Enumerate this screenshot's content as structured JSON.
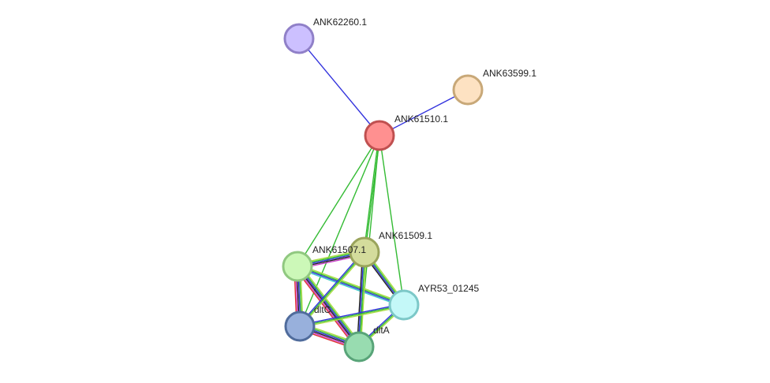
{
  "network": {
    "nodes": [
      {
        "id": "ANK62260.1",
        "label": "ANK62260.1",
        "fill": "#ccc0ff",
        "stroke": "#9080c8"
      },
      {
        "id": "ANK63599.1",
        "label": "ANK63599.1",
        "fill": "#fde2c2",
        "stroke": "#c8a878"
      },
      {
        "id": "ANK61510.1",
        "label": "ANK61510.1",
        "fill": "#ff9090",
        "stroke": "#c05050"
      },
      {
        "id": "ANK61509.1",
        "label": "ANK61509.1",
        "fill": "#d4dc9c",
        "stroke": "#9aa45c"
      },
      {
        "id": "ANK61507.1",
        "label": "ANK61507.1",
        "fill": "#ccf8b8",
        "stroke": "#90c880"
      },
      {
        "id": "AYR53_01245",
        "label": "AYR53_01245",
        "fill": "#c4f8f8",
        "stroke": "#7cc8c8"
      },
      {
        "id": "dltC",
        "label": "dltC",
        "fill": "#98b0dc",
        "stroke": "#506c9c"
      },
      {
        "id": "dltA",
        "label": "dltA",
        "fill": "#98dcb0",
        "stroke": "#58a478"
      }
    ],
    "edges": [
      {
        "from": "ANK62260.1",
        "to": "ANK61510.1",
        "colors": [
          "#3333dd"
        ]
      },
      {
        "from": "ANK63599.1",
        "to": "ANK61510.1",
        "colors": [
          "#3333dd"
        ]
      },
      {
        "from": "ANK61510.1",
        "to": "ANK61507.1",
        "colors": [
          "#33bb33"
        ]
      },
      {
        "from": "ANK61510.1",
        "to": "ANK61509.1",
        "colors": [
          "#33bb33",
          "#33bb33"
        ]
      },
      {
        "from": "ANK61510.1",
        "to": "AYR53_01245",
        "colors": [
          "#33bb33"
        ]
      },
      {
        "from": "ANK61510.1",
        "to": "dltC",
        "colors": [
          "#33bb33"
        ]
      },
      {
        "from": "ANK61510.1",
        "to": "dltA",
        "colors": [
          "#33bb33"
        ]
      },
      {
        "from": "ANK61507.1",
        "to": "ANK61509.1",
        "colors": [
          "#aadd44",
          "#33bb33",
          "#3333dd",
          "#222222",
          "#cc44cc"
        ]
      },
      {
        "from": "ANK61507.1",
        "to": "AYR53_01245",
        "colors": [
          "#aadd44",
          "#33bb33",
          "#3333dd",
          "#44cccc"
        ]
      },
      {
        "from": "ANK61507.1",
        "to": "dltC",
        "colors": [
          "#aadd44",
          "#33bb33",
          "#3333dd",
          "#222222",
          "#cc44cc",
          "#dd3333"
        ]
      },
      {
        "from": "ANK61507.1",
        "to": "dltA",
        "colors": [
          "#aadd44",
          "#33bb33",
          "#3333dd",
          "#222222",
          "#cc44cc",
          "#dd3333"
        ]
      },
      {
        "from": "ANK61509.1",
        "to": "AYR53_01245",
        "colors": [
          "#aadd44",
          "#33bb33",
          "#3333dd",
          "#222222"
        ]
      },
      {
        "from": "ANK61509.1",
        "to": "dltC",
        "colors": [
          "#aadd44",
          "#33bb33",
          "#3333dd"
        ]
      },
      {
        "from": "ANK61509.1",
        "to": "dltA",
        "colors": [
          "#aadd44",
          "#33bb33",
          "#3333dd",
          "#222222"
        ]
      },
      {
        "from": "AYR53_01245",
        "to": "dltC",
        "colors": [
          "#aadd44",
          "#33bb33",
          "#3333dd"
        ]
      },
      {
        "from": "AYR53_01245",
        "to": "dltA",
        "colors": [
          "#aadd44",
          "#33bb33",
          "#3333dd"
        ]
      },
      {
        "from": "dltC",
        "to": "dltA",
        "colors": [
          "#aadd44",
          "#33bb33",
          "#3333dd",
          "#222222",
          "#cc44cc",
          "#dd3333"
        ]
      }
    ]
  }
}
